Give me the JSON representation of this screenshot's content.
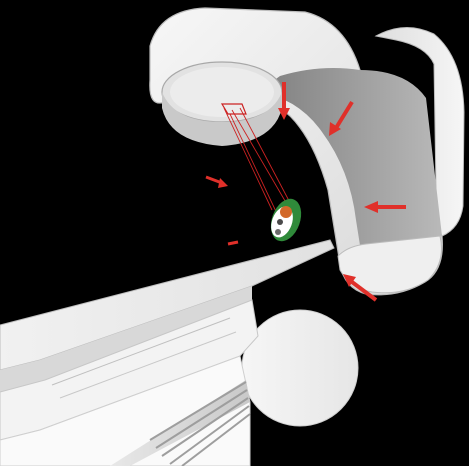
{
  "scene": {
    "background_color": "#000000",
    "machine_color": "#f2f2f2",
    "machine_shadow_color": "#a9a9a9",
    "beam_color": "#cc2222",
    "arrow_color": "#e0302a",
    "target_green": "#2f8a3a",
    "target_orange": "#d2692a",
    "icons": [
      "gantry",
      "treatment-couch",
      "beam-line",
      "target-volume",
      "beam-direction-arrow"
    ]
  }
}
